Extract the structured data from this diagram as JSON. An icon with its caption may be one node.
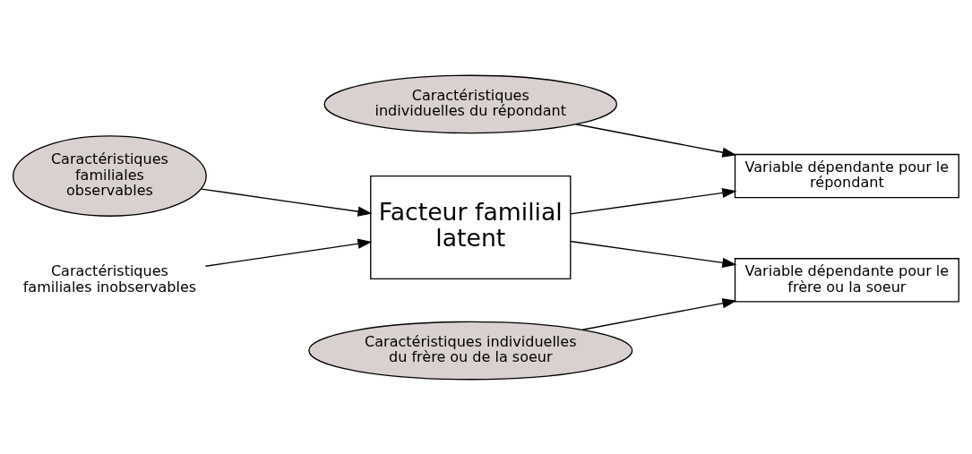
{
  "diagram": {
    "nodes": [
      {
        "text": [
          "Caractéristiques individuelles du répondant"
        ]
      },
      {
        "text": [
          "Caractéristiques familiales observables"
        ]
      },
      {
        "text": [
          "Facteur familial latent"
        ]
      },
      {
        "text": [
          "Variable dépendante pour le répondant"
        ]
      },
      {
        "text": [
          "Caractéristiques familiales inobservables"
        ]
      },
      {
        "text": [
          "Variable dépendante pour le frère ou la soeur"
        ]
      },
      {
        "text": [
          "Caractéristiques individuelles du frère ou de la soeur"
        ]
      }
    ],
    "edges": [
      {
        "from": 0,
        "to": 3,
        "arrow": "to"
      },
      {
        "from": 1,
        "to": 2,
        "arrow": "to"
      },
      {
        "from": 2,
        "to": 3,
        "arrow": "to"
      },
      {
        "from": 4,
        "to": 2,
        "arrow": "to"
      },
      {
        "from": 2,
        "to": 5,
        "arrow": "to"
      },
      {
        "from": 6,
        "to": 5,
        "arrow": "to"
      }
    ]
  }
}
